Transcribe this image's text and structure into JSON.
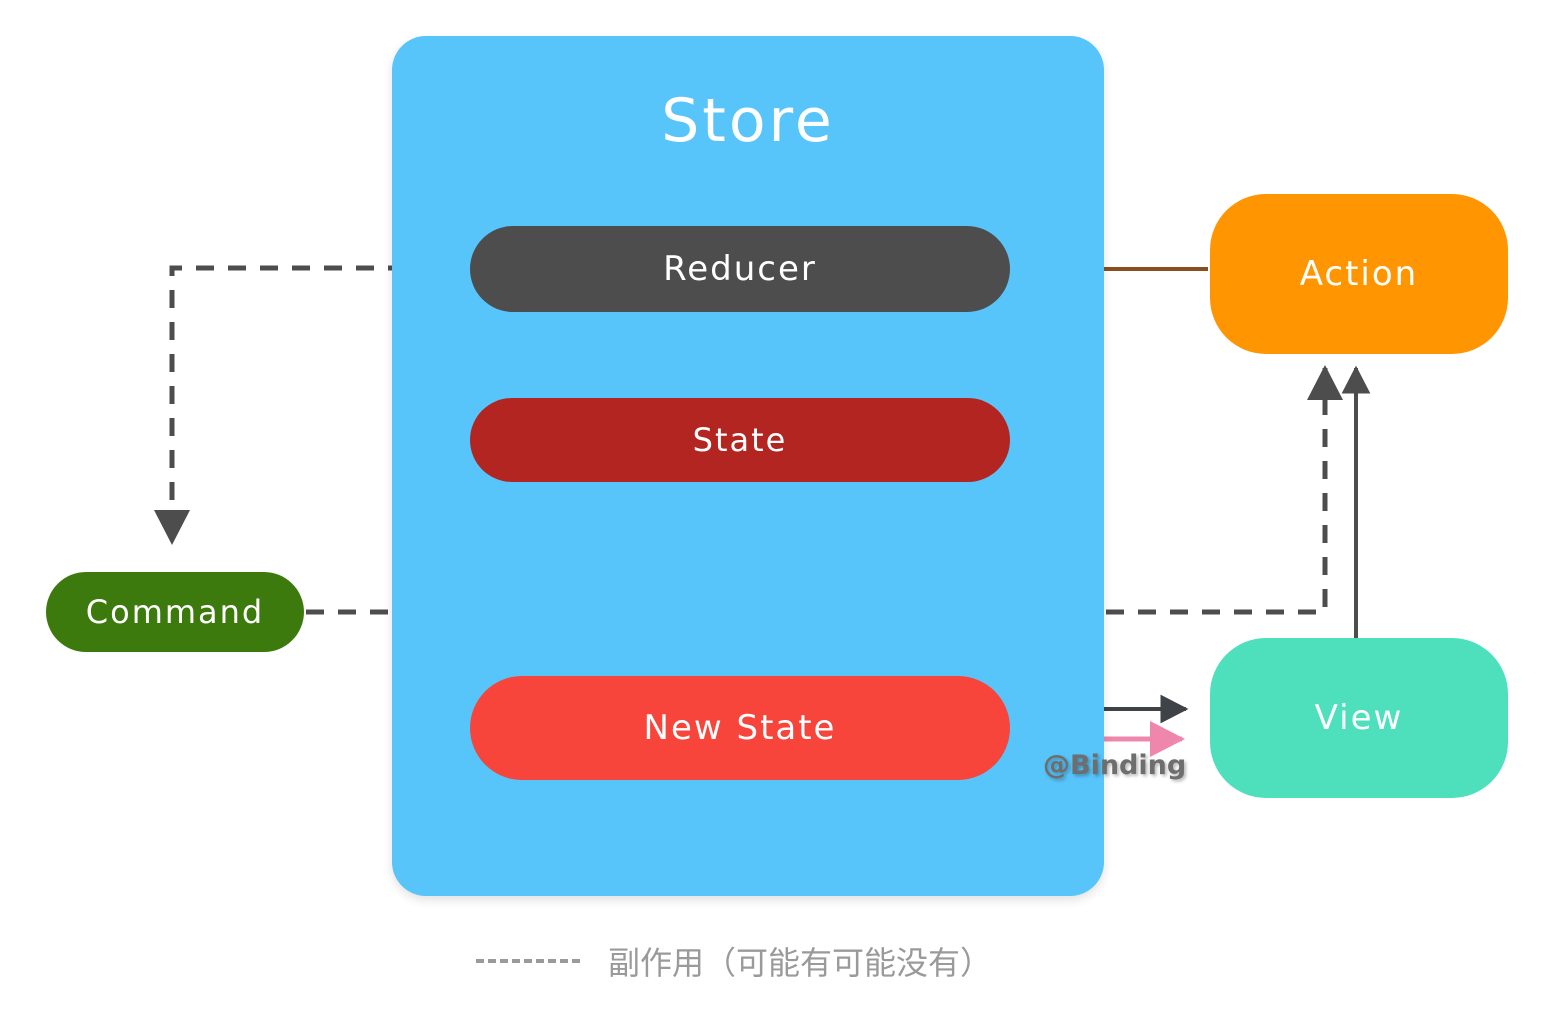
{
  "diagram": {
    "title_node": "Store",
    "nodes": [
      {
        "id": "store",
        "label": "Store",
        "color": "#57c4fa",
        "text_color": "#ffffff"
      },
      {
        "id": "reducer",
        "label": "Reducer",
        "color": "#4d4d4d",
        "text_color": "#ffffff"
      },
      {
        "id": "state",
        "label": "State",
        "color": "#b32520",
        "text_color": "#ffffff"
      },
      {
        "id": "new_state",
        "label": "New State",
        "color": "#f7453c",
        "text_color": "#ffffff"
      },
      {
        "id": "command",
        "label": "Command",
        "color": "#3d7a0d",
        "text_color": "#ffffff"
      },
      {
        "id": "action",
        "label": "Action",
        "color": "#ff9500",
        "text_color": "#ffffff"
      },
      {
        "id": "view",
        "label": "View",
        "color": "#4ee0bd",
        "text_color": "#ffffff"
      }
    ],
    "edges": [
      {
        "id": "action-to-reducer",
        "from": "action",
        "to": "reducer",
        "style": "solid",
        "color": "#8b4f1f"
      },
      {
        "id": "state-to-reducer",
        "from": "state",
        "to": "reducer",
        "style": "solid",
        "color": "#8b4f1f"
      },
      {
        "id": "reducer-to-newstate",
        "from": "reducer",
        "to": "new_state",
        "style": "solid",
        "color": "#4d4d4d"
      },
      {
        "id": "reducer-to-command",
        "from": "reducer",
        "to": "command",
        "style": "dashed",
        "color": "#4d4d4d"
      },
      {
        "id": "command-to-action",
        "from": "command",
        "to": "action",
        "style": "dashed",
        "color": "#4d4d4d"
      },
      {
        "id": "view-to-action",
        "from": "view",
        "to": "action",
        "style": "solid",
        "color": "#4d4d4d"
      },
      {
        "id": "newstate-to-view",
        "from": "new_state",
        "to": "view",
        "style": "solid",
        "color": "#3f4246"
      },
      {
        "id": "binding-two-way",
        "from": "new_state",
        "to": "view",
        "style": "solid",
        "color": "#ef87ac",
        "label": "@Binding"
      }
    ],
    "binding_label": "@Binding",
    "legend": {
      "line_style": "dashed",
      "line_color": "#9a9a9a",
      "text": "副作用（可能有可能没有）"
    },
    "colors": {
      "store_blue": "#57c4fa",
      "reducer_gray": "#4d4d4d",
      "state_dark_red": "#b32520",
      "new_state_red": "#f7453c",
      "command_green": "#3d7a0d",
      "action_orange": "#ff9500",
      "view_mint": "#4ee0bd",
      "brown_arrow": "#8b4f1f",
      "pink_arrow": "#ef87ac",
      "legend_gray": "#9a9a9a",
      "background": "#ffffff"
    }
  }
}
